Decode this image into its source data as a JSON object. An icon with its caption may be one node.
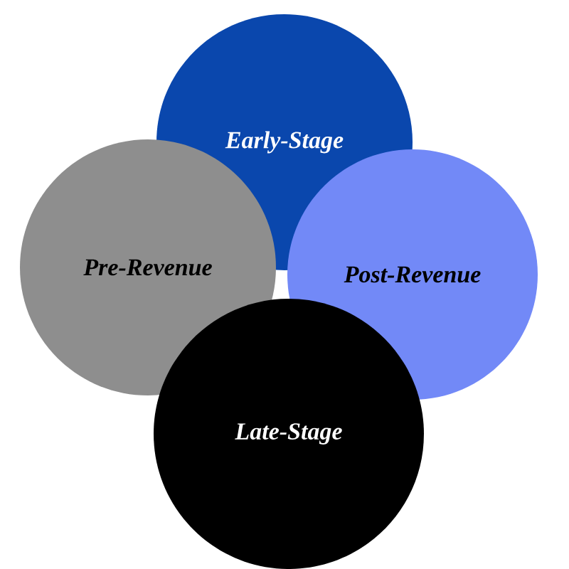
{
  "diagram": {
    "nodes": [
      {
        "text": [
          "Early-Stage"
        ]
      },
      {
        "text": [
          "Pre-Revenue"
        ]
      },
      {
        "text": [
          "Post-Revenue"
        ]
      },
      {
        "text": [
          "Late-Stage"
        ]
      }
    ]
  }
}
